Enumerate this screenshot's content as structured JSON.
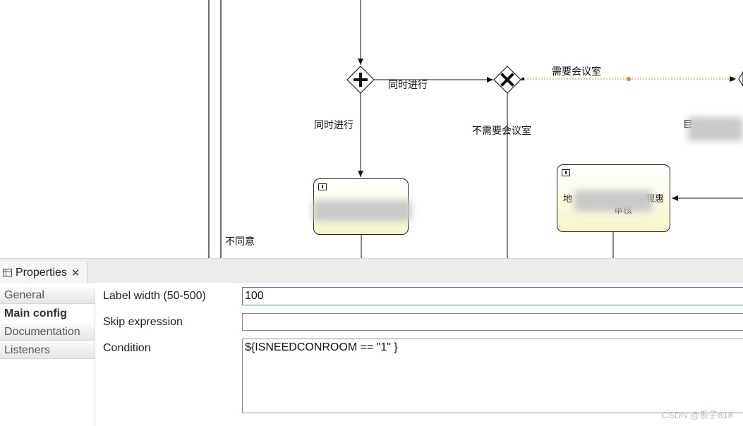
{
  "diagram": {
    "flow_labels": {
      "parallel_right": "同时进行",
      "parallel_down": "同时进行",
      "need_room": "需要会议室",
      "no_need_room": "不需要会议室",
      "disagree": "不同意",
      "partial_right": "目"
    },
    "tasks": {
      "left_task": "",
      "right_task_line1": "地",
      "right_task_line1_end": "服惠",
      "right_task_line2": "审核"
    }
  },
  "properties": {
    "tab_title": "Properties",
    "close_glyph": "✕",
    "nav": [
      "General",
      "Main config",
      "Documentation",
      "Listeners"
    ],
    "active_nav": "Main config",
    "fields": {
      "label_width_label": "Label width (50-500)",
      "label_width_value": "100",
      "skip_expression_label": "Skip expression",
      "skip_expression_value": "",
      "condition_label": "Condition",
      "condition_value": "${ISNEEDCONROOM == \"1\" }"
    }
  },
  "watermark": "CSDN @系子818"
}
